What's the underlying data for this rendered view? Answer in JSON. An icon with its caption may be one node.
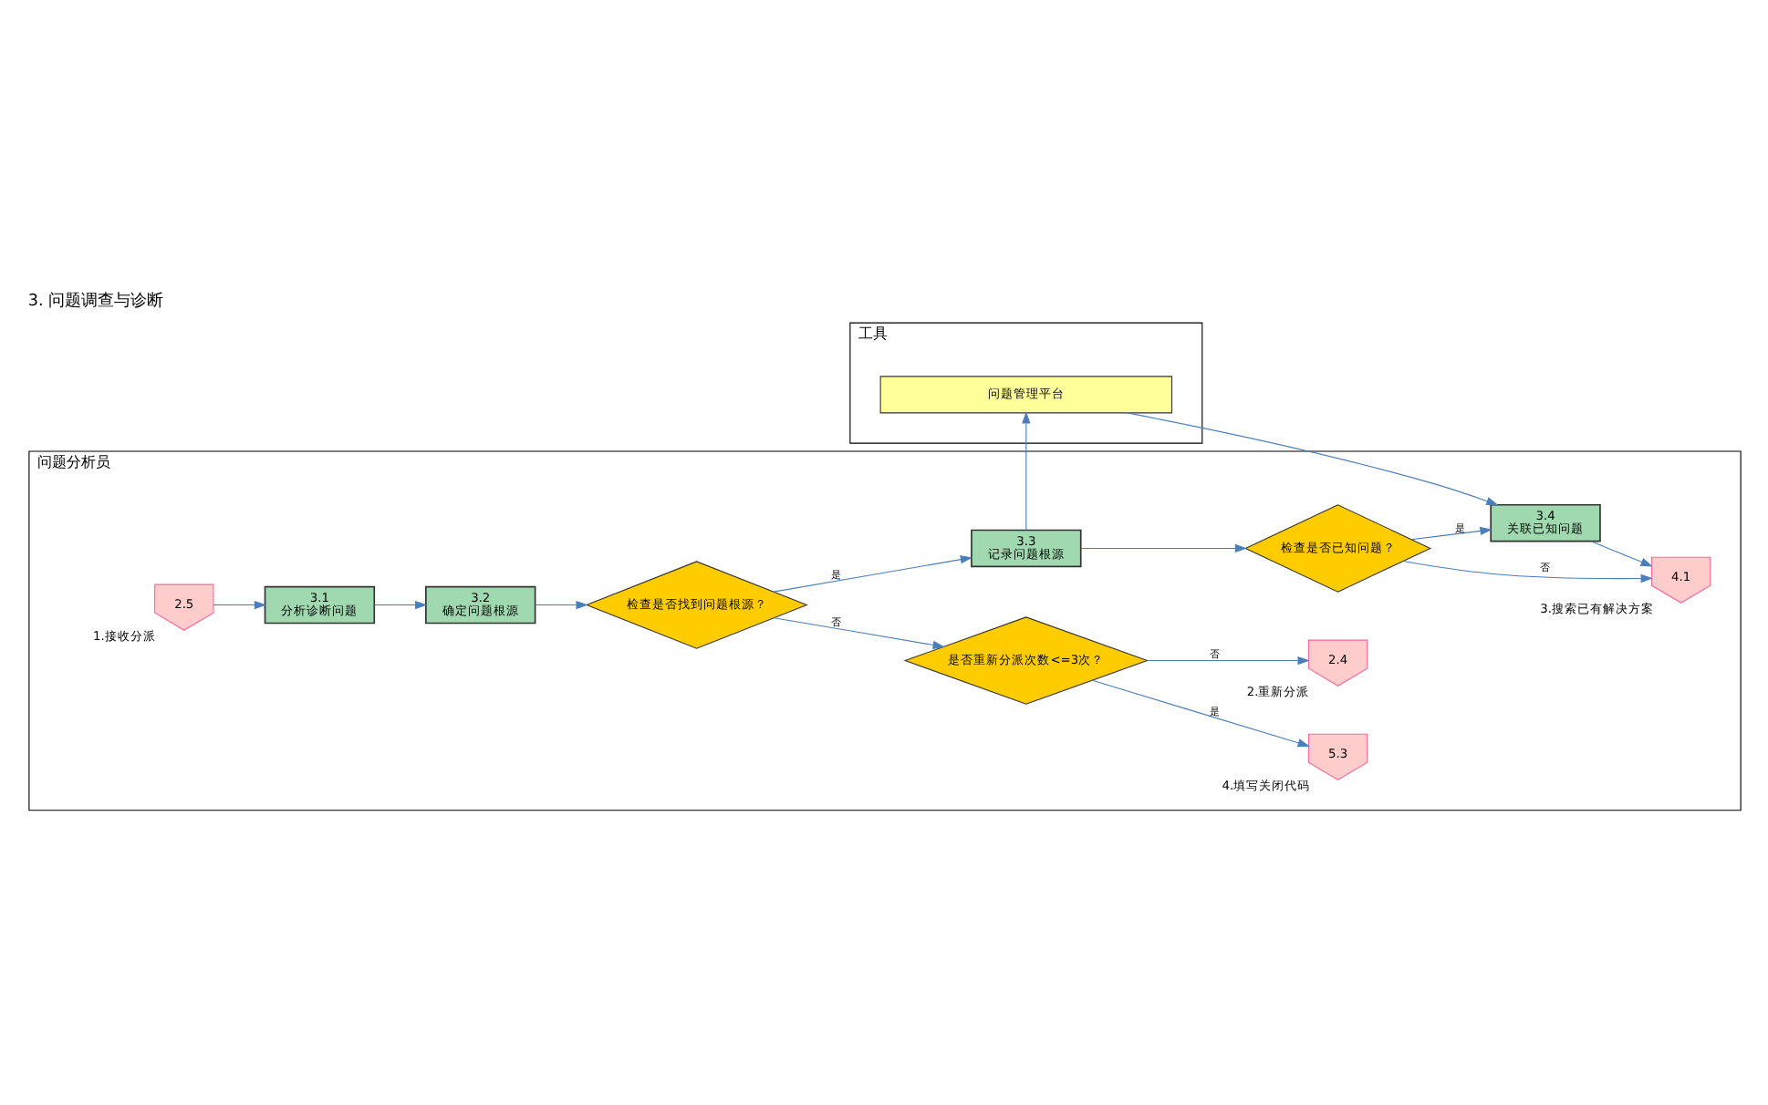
{
  "diagram": {
    "title": "3. 问题调查与诊断",
    "nodes": [
      {
        "text": [
          "问题分析员"
        ]
      },
      {
        "text": [
          "2.5"
        ],
        "beside": [
          "1.接收分派"
        ],
        "in": 0
      },
      {
        "text": [
          "3.1",
          "分析诊断问题"
        ],
        "in": 0
      },
      {
        "text": [
          "3.2",
          "确定问题根源"
        ],
        "in": 0
      },
      {
        "text": [
          "检查是否找到问题根源？"
        ],
        "in": 0
      },
      {
        "text": [
          "是否重新分派次数<=3次？"
        ],
        "in": 0
      },
      {
        "text": [
          "5.3"
        ],
        "beside": [
          "4.填写关闭代码"
        ],
        "in": 0
      },
      {
        "text": [
          "2.4"
        ],
        "beside": [
          "2.重新分派"
        ],
        "in": 0
      },
      {
        "text": [
          "3.3",
          "记录问题根源"
        ],
        "in": 0
      },
      {
        "text": [
          "检查是否已知问题？"
        ],
        "in": 0
      },
      {
        "text": [
          "3.4",
          "关联已知问题"
        ],
        "in": 0
      },
      {
        "text": [
          "4.1"
        ],
        "beside": [
          "3.搜索已有解决方案"
        ],
        "in": 0
      },
      {
        "text": [
          "工具"
        ]
      },
      {
        "text": [
          "问题管理平台"
        ],
        "in": 12
      }
    ],
    "edges": [
      {
        "from": 1,
        "to": 2,
        "arrow": "to"
      },
      {
        "from": 2,
        "to": 3,
        "arrow": "to"
      },
      {
        "from": 3,
        "to": 4,
        "arrow": "to"
      },
      {
        "from": 4,
        "to": 5,
        "arrow": "to",
        "label": "否"
      },
      {
        "from": 5,
        "to": 6,
        "arrow": "to",
        "label": "是"
      },
      {
        "from": 5,
        "to": 7,
        "arrow": "to",
        "label": "否"
      },
      {
        "from": 4,
        "to": 8,
        "arrow": "to",
        "label": "是"
      },
      {
        "from": 8,
        "to": 9,
        "arrow": "to"
      },
      {
        "from": 9,
        "to": 10,
        "arrow": "to",
        "label": "是"
      },
      {
        "from": 10,
        "to": 11,
        "arrow": "to"
      },
      {
        "from": 9,
        "to": 11,
        "arrow": "to",
        "label": "否"
      },
      {
        "from": 8,
        "to": 13,
        "arrow": "to"
      },
      {
        "from": 13,
        "to": 10,
        "arrow": "to"
      }
    ]
  }
}
